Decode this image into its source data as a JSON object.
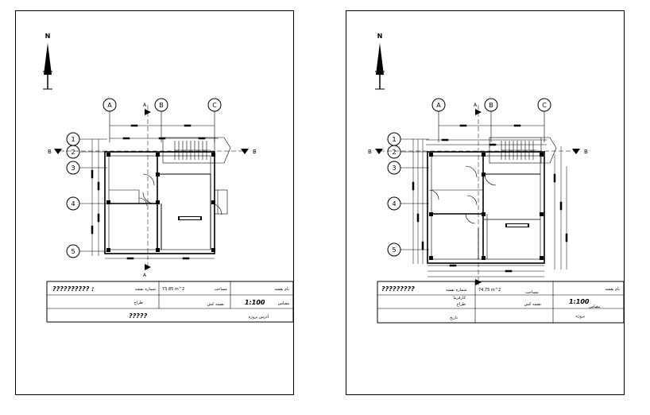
{
  "sheets": [
    {
      "id": "left",
      "north_label": "N",
      "grid_cols": [
        "A",
        "B",
        "C"
      ],
      "grid_rows": [
        "1",
        "2",
        "3",
        "4",
        "5"
      ],
      "section_mark": "A",
      "section_b": "B",
      "title_block": {
        "code": "?????????? :",
        "code_label": "شماره نقشه",
        "area_label": "مساحت",
        "area_value": "73.85 m^2",
        "plan_name_label": "نام نقشه",
        "scale_label": "مقیاس",
        "scale_value": "1:100",
        "designer_label": "طراح",
        "drafter_label": "نقشه کش",
        "project_label": "آدرس پروژه",
        "project_value": "?????"
      }
    },
    {
      "id": "right",
      "north_label": "N",
      "grid_cols": [
        "A",
        "B",
        "C"
      ],
      "grid_rows": [
        "1",
        "2",
        "3",
        "4",
        "5"
      ],
      "section_mark": "A",
      "section_b": "B",
      "title_block": {
        "code": "?????????",
        "code_label": "شماره نقشه",
        "area_label": "مساحت",
        "area_value": "74.75 m^2",
        "plan_name_label": "نام نقشه",
        "scale_label": "مقیاس",
        "scale_value": "1:100",
        "designer_label": "طراح",
        "drafter_label": "نقشه کش",
        "project_label": "پروژه",
        "owner_label": "کارفرما",
        "date_label": "تاریخ"
      }
    }
  ]
}
